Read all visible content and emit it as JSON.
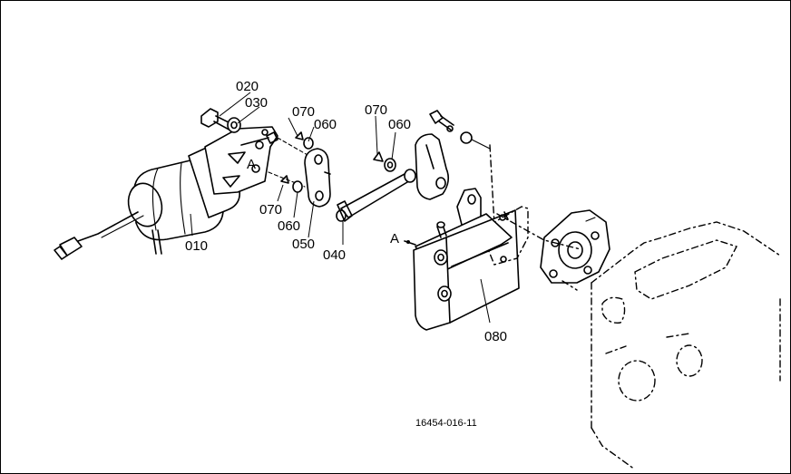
{
  "diagram": {
    "figure_code": "16454-016-11",
    "callouts": {
      "p020": "020",
      "p030": "030",
      "p070_top_left": "070",
      "p060_top_left": "060",
      "p070_top_right": "070",
      "p060_top_right": "060",
      "p070_bottom": "070",
      "p060_bottom": "060",
      "p010": "010",
      "p050": "050",
      "p040": "040",
      "p080": "080"
    },
    "markers": {
      "a_on_solenoid": "A",
      "a_on_bracket": "A"
    }
  }
}
